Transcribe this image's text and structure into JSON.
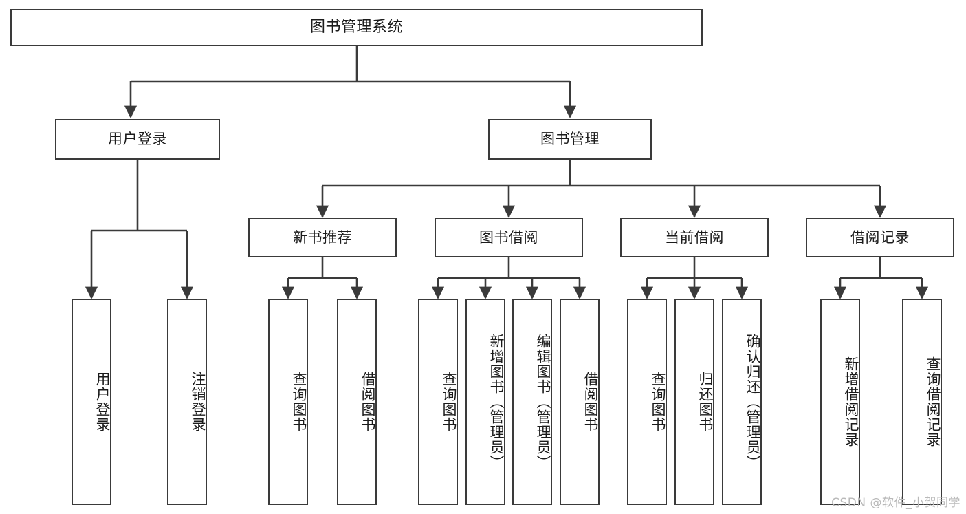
{
  "diagram": {
    "title": "图书管理系统",
    "watermark": "CSDN @软件_小贺同学",
    "colors": {
      "box_border": "#3a3a3a",
      "box_fill": "#ffffff",
      "edge": "#3a3a3a",
      "text": "#1b1b1b",
      "watermark": "#b9b9b9"
    },
    "nodes": {
      "root": "图书管理系统",
      "level2": [
        "用户登录",
        "图书管理"
      ],
      "level3": [
        "新书推荐",
        "图书借阅",
        "当前借阅",
        "借阅记录"
      ],
      "leaves": {
        "user_login": [
          "用户登录",
          "注销登录"
        ],
        "new_book_recommend": [
          "查询图书",
          "借阅图书"
        ],
        "book_borrow": [
          "查询图书",
          "新增图书（管理员）",
          "编辑图书（管理员）",
          "借阅图书"
        ],
        "current_borrow": [
          "查询图书",
          "归还图书",
          "确认归还（管理员）"
        ],
        "borrow_record": [
          "新增借阅记录",
          "查询借阅记录"
        ]
      }
    }
  }
}
